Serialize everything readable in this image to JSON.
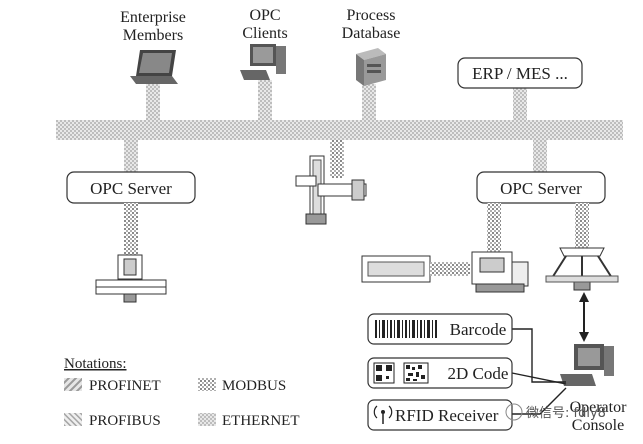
{
  "top_nodes": {
    "enterprise": {
      "line1": "Enterprise",
      "line2": "Members",
      "icon": "laptop-icon"
    },
    "opc_clients": {
      "line1": "OPC",
      "line2": "Clients",
      "icon": "desktop-computer-icon"
    },
    "process_db": {
      "line1": "Process",
      "line2": "Database",
      "icon": "database-server-icon"
    },
    "erp": {
      "label": "ERP / MES ..."
    }
  },
  "servers": {
    "left": {
      "label": "OPC Server"
    },
    "right": {
      "label": "OPC Server"
    }
  },
  "devices": {
    "barcode": {
      "label": "Barcode",
      "icon": "barcode-icon"
    },
    "code2d": {
      "label": "2D Code",
      "icon": "qr-code-icon"
    },
    "rfid": {
      "label": "RFID Receiver",
      "icon": "rfid-antenna-icon"
    },
    "operator": {
      "line1": "Operator",
      "line2": "Console",
      "icon": "operator-console-icon"
    }
  },
  "legend": {
    "title": "Notations:",
    "items": [
      {
        "label": "PROFINET"
      },
      {
        "label": "MODBUS"
      },
      {
        "label": "PROFIBUS"
      },
      {
        "label": "ETHERNET"
      }
    ]
  },
  "watermark": {
    "text": "微信号: fdly8"
  }
}
